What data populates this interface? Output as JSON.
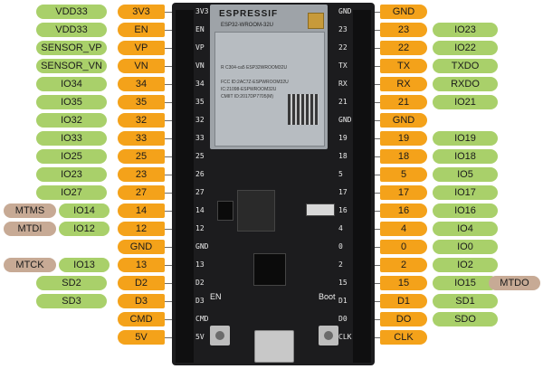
{
  "left_rows": [
    {
      "labels": [
        "VDD33",
        "3V3"
      ]
    },
    {
      "labels": [
        "VDD33",
        "EN"
      ]
    },
    {
      "labels": [
        "SENSOR_VP",
        "VP"
      ]
    },
    {
      "labels": [
        "SENSOR_VN",
        "VN"
      ]
    },
    {
      "labels": [
        "IO34",
        "34"
      ]
    },
    {
      "labels": [
        "IO35",
        "35"
      ]
    },
    {
      "labels": [
        "IO32",
        "32"
      ]
    },
    {
      "labels": [
        "IO33",
        "33"
      ]
    },
    {
      "labels": [
        "IO25",
        "25"
      ]
    },
    {
      "labels": [
        "IO23",
        "23"
      ]
    },
    {
      "labels": [
        "IO27",
        "27"
      ]
    },
    {
      "labels": [
        "MTMS",
        "IO14",
        "14"
      ]
    },
    {
      "labels": [
        "MTDI",
        "IO12",
        "12"
      ]
    },
    {
      "labels": [
        "GND"
      ]
    },
    {
      "labels": [
        "MTCK",
        "IO13",
        "13"
      ]
    },
    {
      "labels": [
        "SD2",
        "D2"
      ]
    },
    {
      "labels": [
        "SD3",
        "D3"
      ]
    },
    {
      "labels": [
        "CMD"
      ]
    },
    {
      "labels": [
        "5V"
      ]
    }
  ],
  "right_rows": [
    {
      "labels": [
        "GND"
      ]
    },
    {
      "labels": [
        "23",
        "IO23"
      ]
    },
    {
      "labels": [
        "22",
        "IO22"
      ]
    },
    {
      "labels": [
        "TX",
        "TXDO"
      ]
    },
    {
      "labels": [
        "RX",
        "RXDO"
      ]
    },
    {
      "labels": [
        "21",
        "IO21"
      ]
    },
    {
      "labels": [
        "GND"
      ]
    },
    {
      "labels": [
        "19",
        "IO19"
      ]
    },
    {
      "labels": [
        "18",
        "IO18"
      ]
    },
    {
      "labels": [
        "5",
        "IO5"
      ]
    },
    {
      "labels": [
        "17",
        "IO17"
      ]
    },
    {
      "labels": [
        "16",
        "IO16"
      ]
    },
    {
      "labels": [
        "4",
        "IO4"
      ]
    },
    {
      "labels": [
        "0",
        "IO0"
      ]
    },
    {
      "labels": [
        "2",
        "IO2"
      ]
    },
    {
      "labels": [
        "15",
        "IO15",
        "MTDO"
      ]
    },
    {
      "labels": [
        "D1",
        "SD1"
      ]
    },
    {
      "labels": [
        "DO",
        "SDO"
      ]
    },
    {
      "labels": [
        "CLK"
      ]
    }
  ],
  "board": {
    "left_pins": [
      "3V3",
      "EN",
      "VP",
      "VN",
      "34",
      "35",
      "32",
      "33",
      "25",
      "26",
      "27",
      "14",
      "12",
      "GND",
      "13",
      "D2",
      "D3",
      "CMD",
      "5V"
    ],
    "right_pins": [
      "GND",
      "23",
      "22",
      "TX",
      "RX",
      "21",
      "GND",
      "19",
      "18",
      "5",
      "17",
      "16",
      "4",
      "0",
      "2",
      "15",
      "D1",
      "D0",
      "CLK"
    ],
    "module_brand": "ESPRESSIF",
    "module_model": "ESP32-WROOM-32U",
    "module_lines": [
      "R C304-ca5 ESP32WROOM32U",
      "FCC ID:2AC7Z-ESPWROOM32U",
      "IC:21098-ESPWROOM32U",
      "CMIIT ID:2017DP7705(M)"
    ],
    "en_label": "EN",
    "boot_label": "Boot"
  },
  "colors": {
    "green": "#a9d06a",
    "orange": "#f4a21a",
    "mauve": "#c7aa95",
    "board": "#1c1c1e"
  }
}
